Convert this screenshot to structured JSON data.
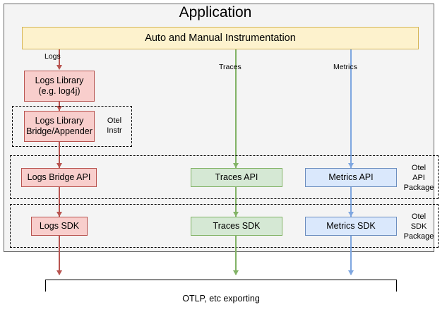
{
  "app": {
    "title": "Application",
    "instrumentation_label": "Auto and Manual Instrumentation"
  },
  "flows": [
    {
      "name": "logs",
      "label": "Logs",
      "color": "#b85450"
    },
    {
      "name": "traces",
      "label": "Traces",
      "color": "#82b366"
    },
    {
      "name": "metrics",
      "label": "Metrics",
      "color": "#7ea6e0"
    }
  ],
  "nodes": {
    "logs_library": "Logs Library\n(e.g. log4j)",
    "logs_library_line1": "Logs Library",
    "logs_library_line2": "(e.g. log4j)",
    "logs_bridge_line1": "Logs Library",
    "logs_bridge_line2": "Bridge/Appender",
    "logs_bridge_api": "Logs Bridge API",
    "traces_api": "Traces API",
    "metrics_api": "Metrics API",
    "logs_sdk": "Logs SDK",
    "traces_sdk": "Traces SDK",
    "metrics_sdk": "Metrics SDK"
  },
  "groups": {
    "otel_instr": {
      "line1": "Otel",
      "line2": "Instr"
    },
    "otel_api": {
      "line1": "Otel",
      "line2": "API",
      "line3": "Package"
    },
    "otel_sdk": {
      "line1": "Otel",
      "line2": "SDK",
      "line3": "Package"
    }
  },
  "export": {
    "label": "OTLP, etc exporting"
  },
  "colors": {
    "red_border": "#b85450",
    "red_fill": "#f8cecc",
    "green_border": "#82b366",
    "green_fill": "#d5e8d4",
    "blue_border": "#6c8ebf",
    "blue_fill": "#dae8fc",
    "yellow_border": "#d6b656",
    "yellow_fill": "#fdf2cd",
    "app_fill": "#f4f4f4"
  }
}
